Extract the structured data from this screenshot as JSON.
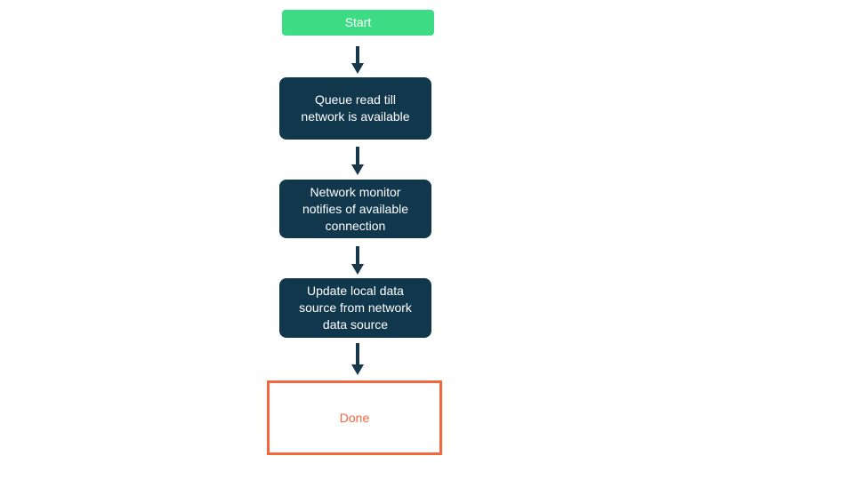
{
  "flowchart": {
    "name": "offline-data-sync-flow",
    "colors": {
      "start_fill": "#3ddc84",
      "process_fill": "#11374d",
      "done_border": "#f4673c",
      "done_text": "#f4673c",
      "arrow": "#17374a",
      "node_text": "#ffffff",
      "background": "#ffffff"
    },
    "nodes": [
      {
        "id": "start",
        "type": "start",
        "label": "Start"
      },
      {
        "id": "queue-read",
        "type": "process",
        "label": "Queue read till\nnetwork is available"
      },
      {
        "id": "network-monitor",
        "type": "process",
        "label": "Network monitor\nnotifies of available\nconnection"
      },
      {
        "id": "update-local",
        "type": "process",
        "label": "Update local data\nsource from network\ndata source"
      },
      {
        "id": "done",
        "type": "terminal",
        "label": "Done"
      }
    ],
    "edges": [
      {
        "from": "start",
        "to": "queue-read"
      },
      {
        "from": "queue-read",
        "to": "network-monitor"
      },
      {
        "from": "network-monitor",
        "to": "update-local"
      },
      {
        "from": "update-local",
        "to": "done"
      }
    ]
  }
}
